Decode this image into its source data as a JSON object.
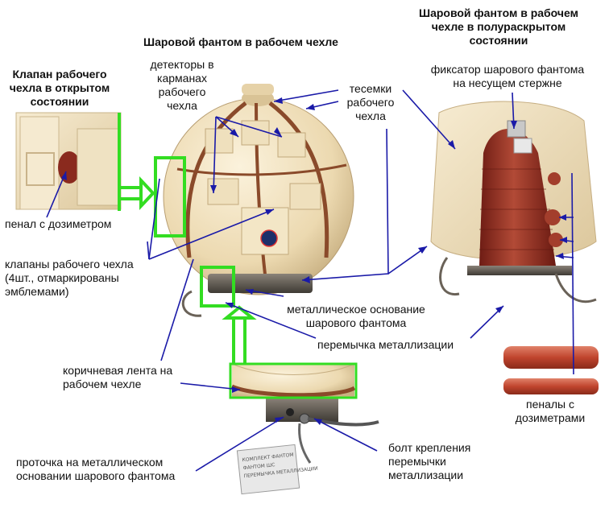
{
  "titles": {
    "center": "Шаровой фантом в рабочем чехле",
    "right": [
      "Шаровой фантом в рабочем",
      "чехле в полураскрытом",
      "состоянии"
    ],
    "left": [
      "Клапан рабочего",
      "чехла в открытом",
      "состоянии"
    ]
  },
  "labels": {
    "detectors": [
      "детекторы в",
      "карманах",
      "рабочего",
      "чехла"
    ],
    "straps": [
      "тесемки",
      "рабочего",
      "чехла"
    ],
    "fixator": [
      "фиксатор шарового фантома",
      "на несущем стержне"
    ],
    "dosimeter_case": "пенал с дозиметром",
    "flaps": [
      "клапаны рабочего чехла",
      "(4шт., отмаркированы",
      "эмблемами)"
    ],
    "metal_base": [
      "металлическое основание",
      "шарового фантома"
    ],
    "jumper": "перемычка металлизации",
    "brown_tape": [
      "коричневая лента на",
      "рабочем чехле"
    ],
    "cases_dosimeters": [
      "пеналы с",
      "дозиметрами"
    ],
    "groove": [
      "проточка на металлическом",
      "основании шарового фантома"
    ],
    "bolt": [
      "болт крепления",
      "перемычки",
      "металлизации"
    ]
  },
  "tag_text": [
    "КОМПЛЕКТ ФАНТОМ",
    "ФАНТОМ ШС",
    "ПЕРЕМЫЧКА МЕТАЛЛИЗАЦИИ"
  ],
  "colors": {
    "pointer": "#1a1aa8",
    "highlight": "#33dd22",
    "cover": "#f2e4c2",
    "cover_shade": "#d8c49a",
    "tape": "#8a4a2a",
    "phantom_red": "#9a2e22"
  }
}
